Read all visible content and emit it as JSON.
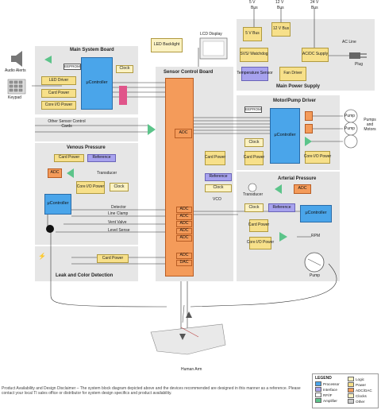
{
  "bus": {
    "v5": "5 V",
    "v12": "12 V",
    "v24": "24 V",
    "bus_label": "Bus"
  },
  "power_supply": {
    "title": "Main Power Supply",
    "bus5": "5 V Bus",
    "bus12": "12 V Bus",
    "svs": "SVS/ Watchdog",
    "acdc": "AC/DC Supply",
    "temp": "Temperature Sensor",
    "fan": "Fan Driver",
    "ac_line": "AC Line",
    "plug": "Plug"
  },
  "lcd": {
    "backlight": "LED Backlight",
    "display": "LCD Display"
  },
  "main_board": {
    "title": "Main System Board",
    "eeprom": "EEPROM",
    "led_driver": "LED Driver",
    "card_power": "Card Power",
    "core_io_power": "Core I/O Power",
    "controller": "μController",
    "clock": "Clock",
    "audio_alerts": "Audio Alerts",
    "keypad": "Keypad"
  },
  "sensor_board": {
    "title": "Sensor Control Board",
    "adc": "ADC",
    "card_power": "Card Power",
    "reference": "Reference",
    "clock": "Clock",
    "vco": "VCO"
  },
  "other_sensor": "Other Sensor Control Cards",
  "venous": {
    "title": "Venous Pressure",
    "card_power": "Card Power",
    "reference": "Reference",
    "adc": "ADC",
    "transducer": "Transducer",
    "core_io_power": "Core I/O Power",
    "clock": "Clock",
    "controller": "μController",
    "detector": "Detector",
    "line_clamp": "Line Clamp",
    "vent_valve": "Vent Valve",
    "level_sense": "Level Sense",
    "adc_small": "ADC"
  },
  "leak": {
    "title": "Leak and Color Detection",
    "card_power": "Card Power",
    "adc": "ADC",
    "dac": "DAC"
  },
  "motor": {
    "title": "Motor/Pump Driver",
    "eeprom": "EEPROM",
    "controller": "μController",
    "clock": "Clock",
    "card_power": "Card Power",
    "core_io_power": "Core I/O Power",
    "pump": "Pump",
    "pumps_motors": "Pumps and Motors"
  },
  "arterial": {
    "title": "Arterial Pressure",
    "transducer": "Transducer",
    "adc": "ADC",
    "clock": "Clock",
    "reference": "Reference",
    "controller": "μController",
    "card_power": "Card Power",
    "core_io_power": "Core I/O Power",
    "rpm": "RPM",
    "pump": "Pump"
  },
  "human_arm": "Human Arm",
  "disclaimer": "Product Availability and Design Disclaimer – The system block diagram depicted above and the devices recommended are designed in this manner as a reference. Please contact your local TI sales office or distributor for system design specifics and product availability.",
  "legend": {
    "title": "LEGEND",
    "items": [
      {
        "label": "Processor",
        "color": "#4aa5ea"
      },
      {
        "label": "Logic",
        "color": "#fbf2c2"
      },
      {
        "label": "Interface",
        "color": "#a7a2ee"
      },
      {
        "label": "Power",
        "color": "#f7e08a"
      },
      {
        "label": "RF/IF",
        "color": "#ffffff"
      },
      {
        "label": "ADC/DAC",
        "color": "#f49b5a"
      },
      {
        "label": "Amplifier",
        "color": "#5cc48a"
      },
      {
        "label": "Clocks",
        "color": "#fbf2c2"
      },
      {
        "label": "Other",
        "color": "#cccccc"
      }
    ]
  }
}
